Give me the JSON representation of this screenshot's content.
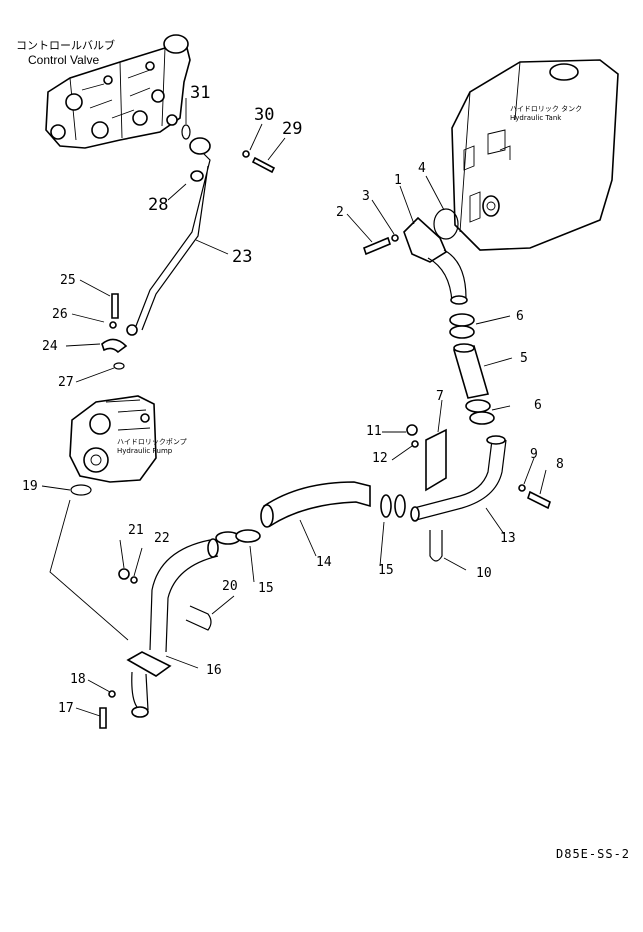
{
  "labels": {
    "control_valve_jp": "コントロールバルブ",
    "control_valve_en": "Control Valve",
    "hydraulic_tank_jp": "ハイドロリック タンク",
    "hydraulic_tank_en": "Hydraulic Tank",
    "hydraulic_pump_jp": "ハイドロリックポンプ",
    "hydraulic_pump_en": "Hydraulic Pump"
  },
  "part_numbers": [
    "1",
    "2",
    "3",
    "4",
    "5",
    "6",
    "6",
    "7",
    "8",
    "9",
    "10",
    "11",
    "12",
    "13",
    "14",
    "15",
    "15",
    "16",
    "17",
    "18",
    "19",
    "20",
    "21",
    "22",
    "23",
    "24",
    "25",
    "26",
    "27",
    "28",
    "29",
    "30",
    "31"
  ],
  "drawing_code": "D85E-SS-2"
}
